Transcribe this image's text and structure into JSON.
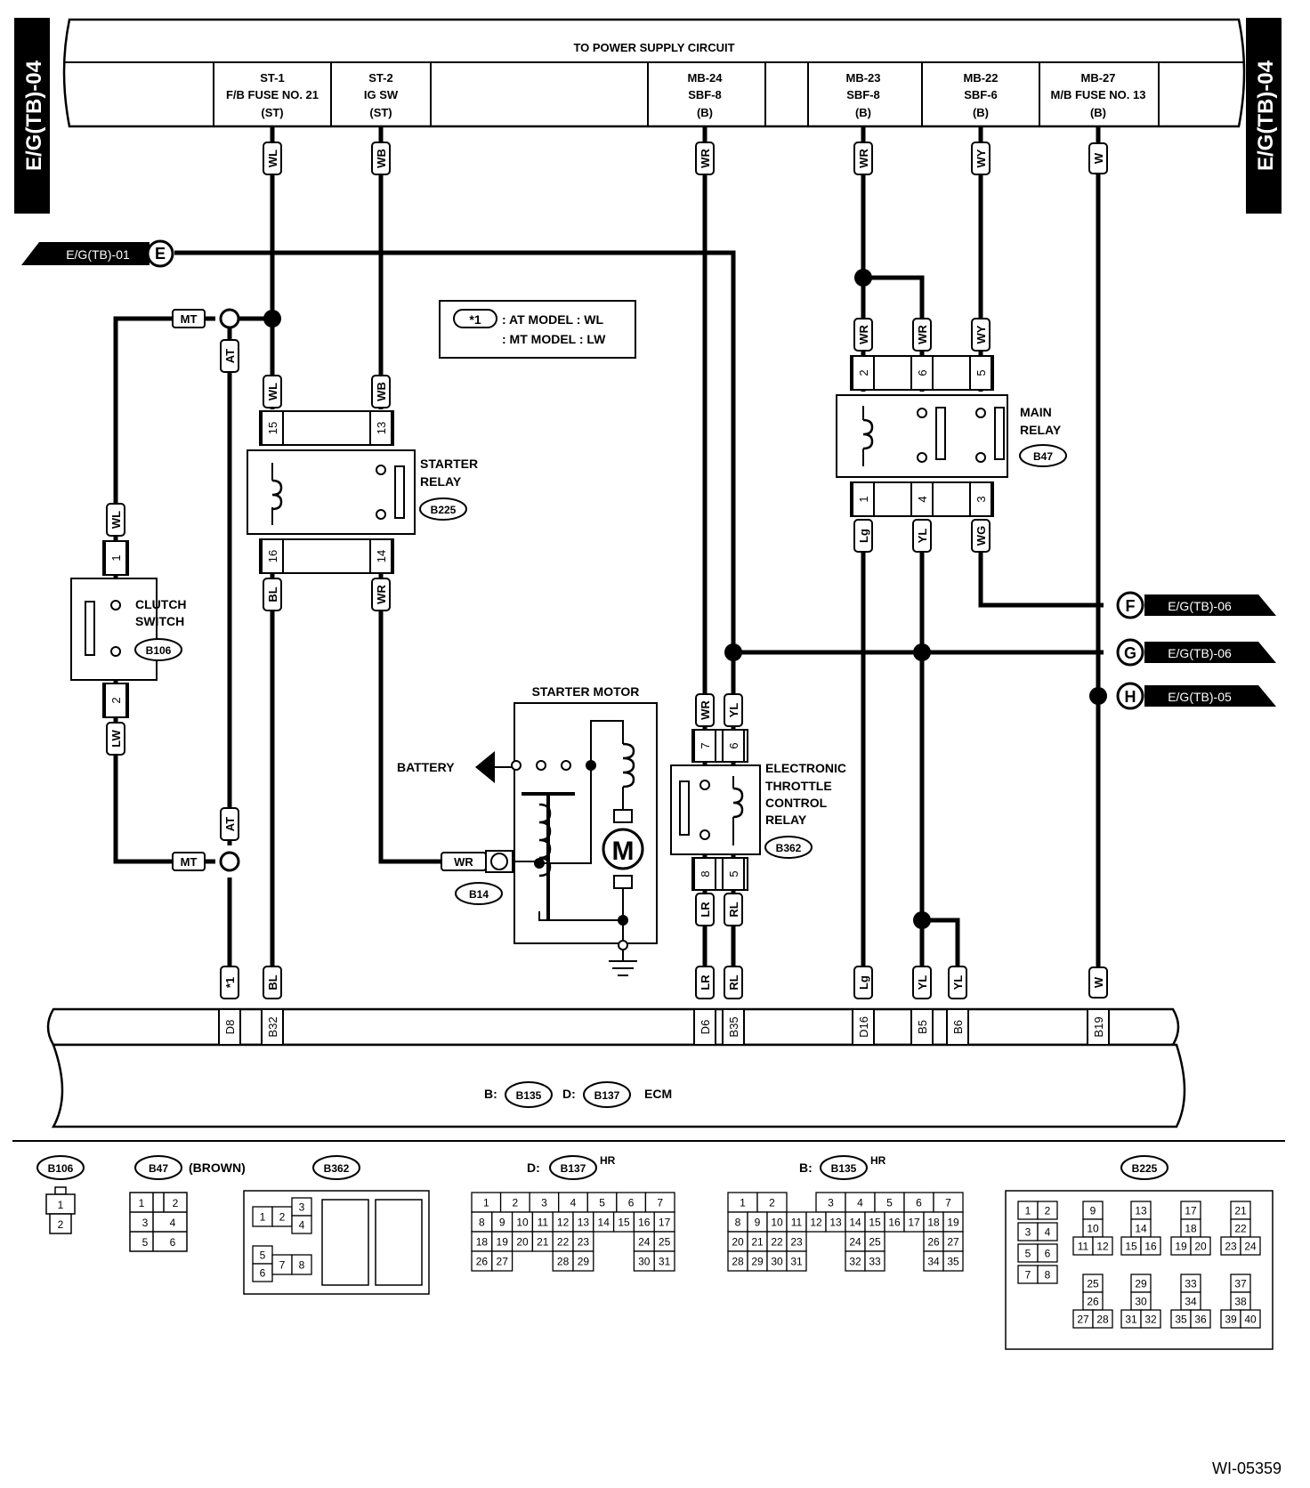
{
  "page_tab": "E/G(TB)-04",
  "header": {
    "title": "TO POWER SUPPLY CIRCUIT",
    "cells": [
      {
        "l1": "ST-1",
        "l2": "F/B FUSE NO. 21",
        "l3": "(ST)"
      },
      {
        "l1": "ST-2",
        "l2": "IG SW",
        "l3": "(ST)"
      },
      {
        "l1": "MB-24",
        "l2": "SBF-8",
        "l3": "(B)"
      },
      {
        "l1": "MB-23",
        "l2": "SBF-8",
        "l3": "(B)"
      },
      {
        "l1": "MB-22",
        "l2": "SBF-6",
        "l3": "(B)"
      },
      {
        "l1": "MB-27",
        "l2": "M/B FUSE NO. 13",
        "l3": "(B)"
      }
    ]
  },
  "offpage": {
    "e": {
      "letter": "E",
      "ref": "E/G(TB)-01"
    },
    "f": {
      "letter": "F",
      "ref": "E/G(TB)-06"
    },
    "g": {
      "letter": "G",
      "ref": "E/G(TB)-06"
    },
    "h": {
      "letter": "H",
      "ref": "E/G(TB)-05"
    }
  },
  "note": {
    "mark": "*1",
    "line1": ": AT MODEL : WL",
    "line2": ": MT MODEL : LW"
  },
  "wires": {
    "st1": "WL",
    "st2": "WB",
    "mb24": "WR",
    "mb23": "WR",
    "mb22": "WY",
    "mb27": "W",
    "relay_in_a": "WR",
    "relay_in_b": "WR",
    "relay_in_c": "WY",
    "relay_out_1": "Lg",
    "relay_out_4": "YL",
    "relay_out_3": "WG",
    "starter_in_15": "WL",
    "starter_in_13": "WB",
    "starter_out_16": "BL",
    "starter_out_14": "WR",
    "mt_top": "MT",
    "mt_bot": "MT",
    "at_top": "AT",
    "at_bot": "AT",
    "clutch_top": "WL",
    "clutch_bot": "LW",
    "etc_in_7": "WR",
    "etc_in_6": "YL",
    "etc_out_8": "LR",
    "etc_out_5": "RL",
    "b14": "WR",
    "ecm": [
      "*1",
      "BL",
      "LR",
      "RL",
      "Lg",
      "YL",
      "YL",
      "W"
    ]
  },
  "pins": {
    "starter_top": [
      "15",
      "13"
    ],
    "starter_bot": [
      "16",
      "14"
    ],
    "main_top": [
      "2",
      "6",
      "5"
    ],
    "main_bot": [
      "1",
      "4",
      "3"
    ],
    "clutch": [
      "1",
      "2"
    ],
    "etc_top": [
      "7",
      "6"
    ],
    "etc_bot": [
      "8",
      "5"
    ],
    "ecm": [
      "D8",
      "B32",
      "D6",
      "B35",
      "D16",
      "B5",
      "B6",
      "B19"
    ]
  },
  "components": {
    "starter_relay": {
      "name1": "STARTER",
      "name2": "RELAY",
      "code": "B225"
    },
    "main_relay": {
      "name1": "MAIN",
      "name2": "RELAY",
      "code": "B47"
    },
    "clutch_switch": {
      "name1": "CLUTCH",
      "name2": "SWITCH",
      "code": "B106"
    },
    "starter_motor": {
      "name": "STARTER MOTOR",
      "motor": "M",
      "battery": "BATTERY",
      "code": "B14"
    },
    "etc_relay": {
      "name1": "ELECTRONIC",
      "name2": "THROTTLE",
      "name3": "CONTROL",
      "name4": "RELAY",
      "code": "B362"
    },
    "ecm": {
      "b_prefix": "B:",
      "b_code": "B135",
      "d_prefix": "D:",
      "d_code": "B137",
      "name": "ECM"
    }
  },
  "connectors": {
    "b106": {
      "code": "B106",
      "pins": [
        "1",
        "2"
      ]
    },
    "b47": {
      "code": "B47",
      "note": "(BROWN)",
      "pins": [
        "1",
        "2",
        "3",
        "4",
        "5",
        "6"
      ]
    },
    "b362": {
      "code": "B362",
      "pins": [
        "1",
        "2",
        "3",
        "4",
        "5",
        "6",
        "7",
        "8"
      ]
    },
    "b137": {
      "prefix": "D:",
      "code": "B137",
      "suffix": "HR"
    },
    "b135": {
      "prefix": "B:",
      "code": "B135",
      "suffix": "HR"
    },
    "b225": {
      "code": "B225"
    }
  },
  "footer_code": "WI-05359"
}
